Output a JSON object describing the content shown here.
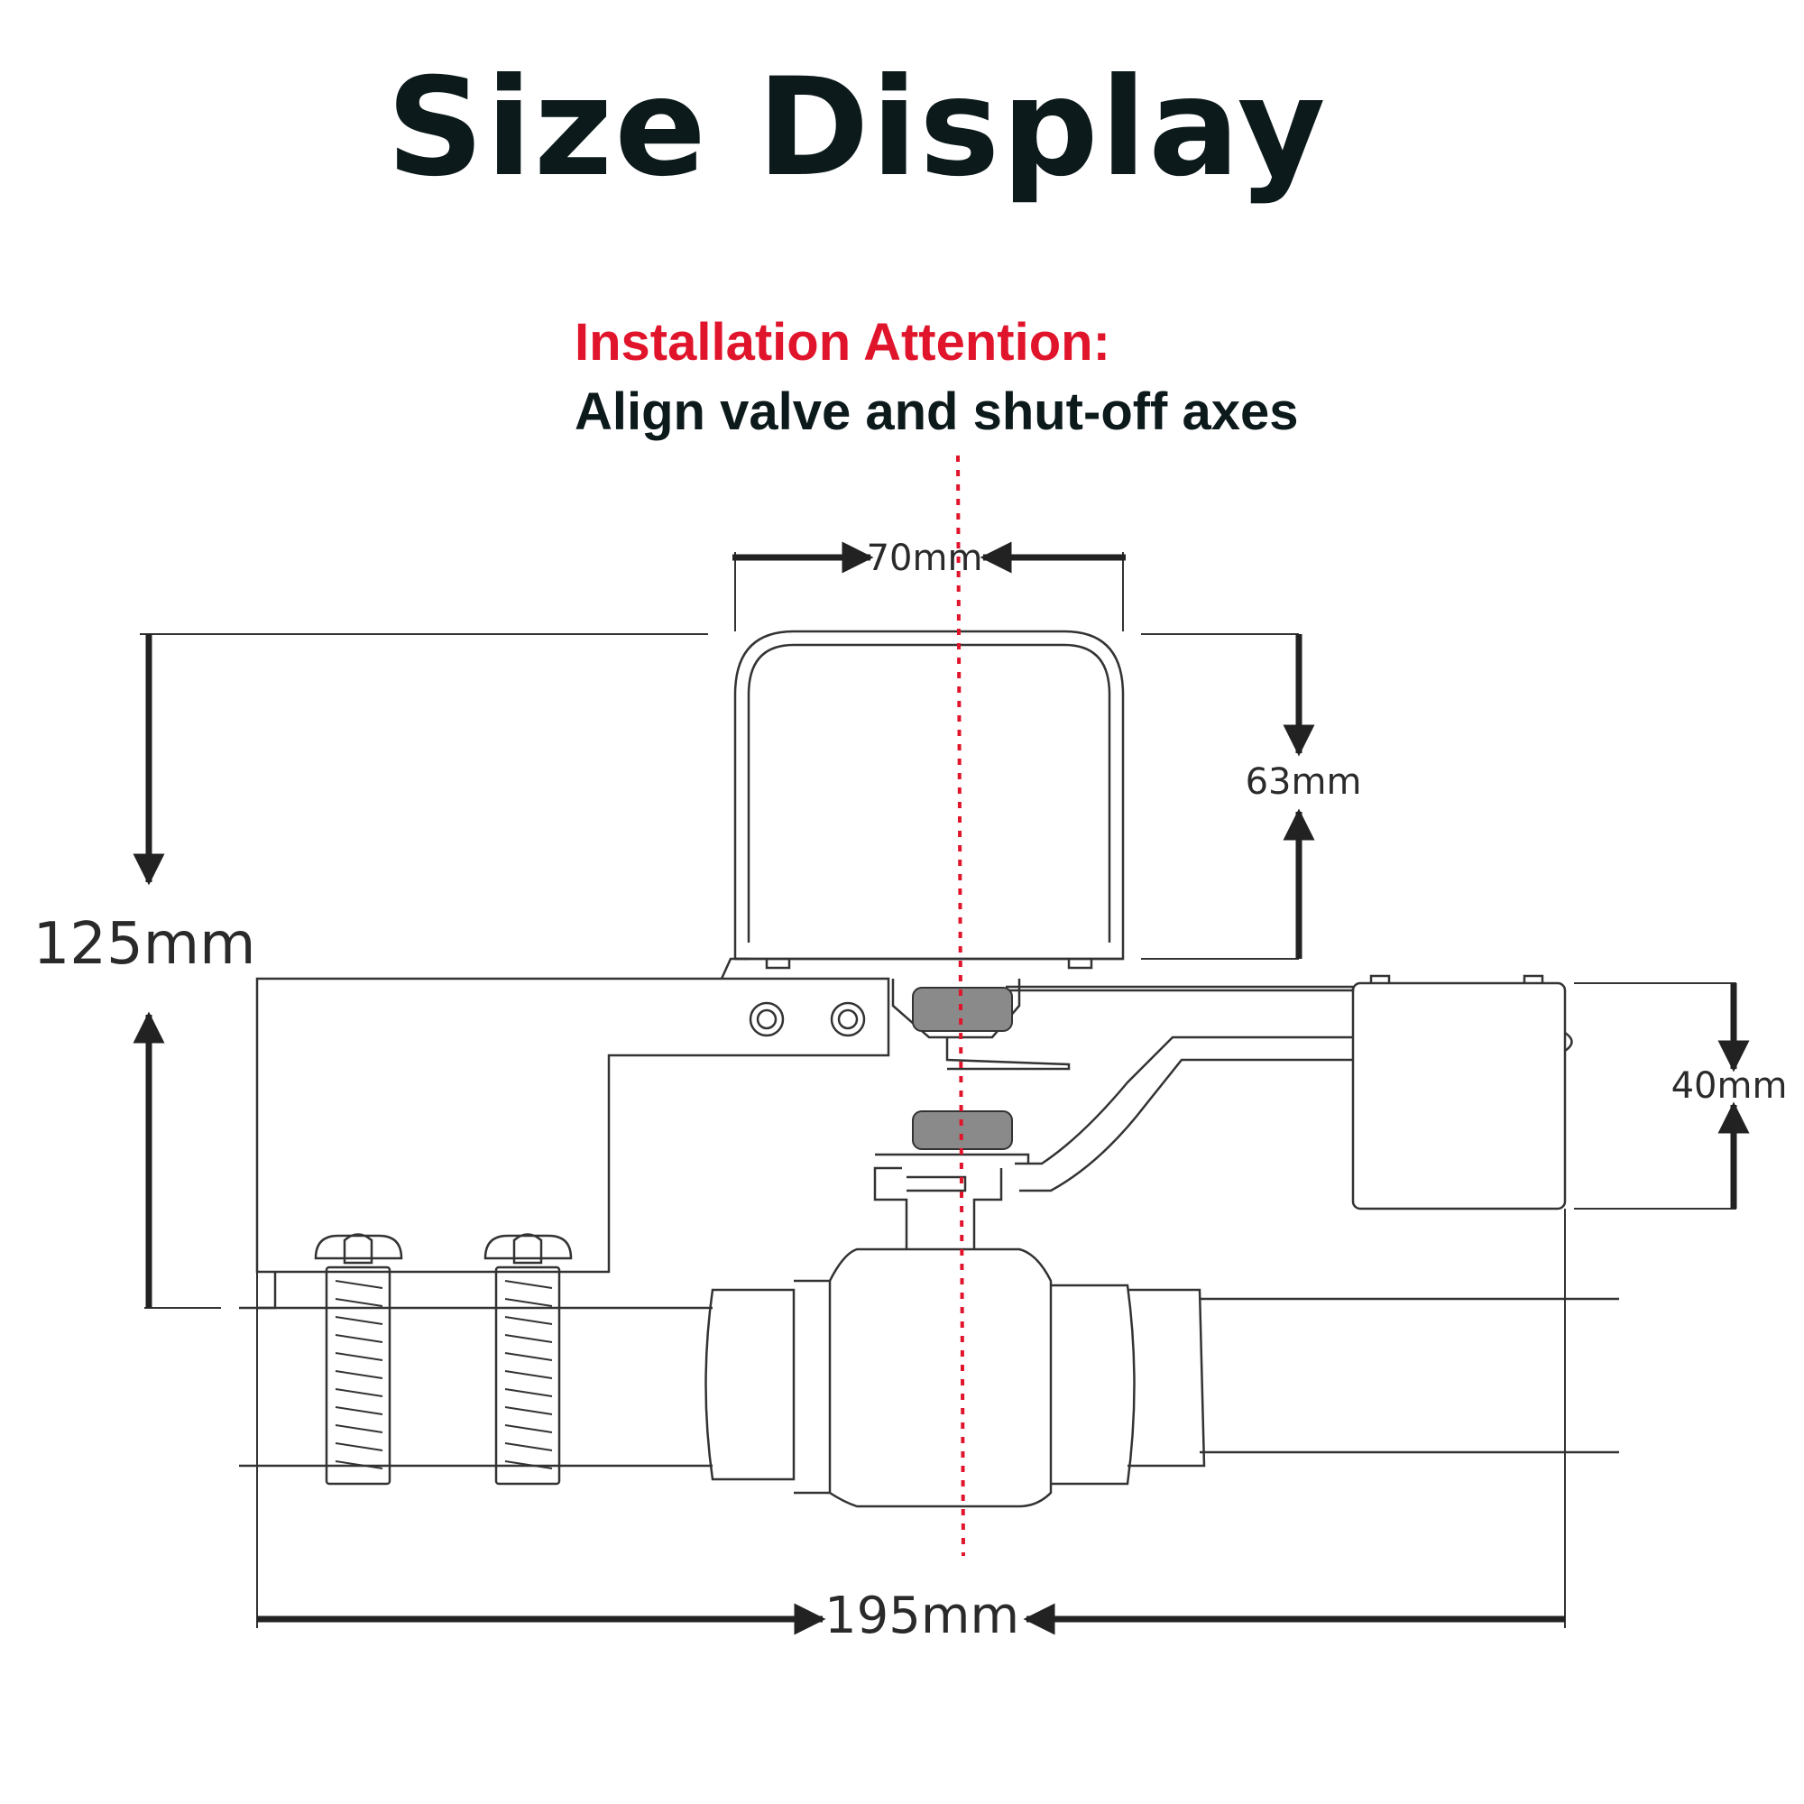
{
  "title": "Size Display",
  "notice": {
    "heading": "Installation Attention:",
    "body": "Align valve and shut-off axes",
    "heading_color": "#e0142a",
    "axis_line_color": "#e0142a"
  },
  "dimensions": {
    "width_actuator": "70mm",
    "height_actuator": "63mm",
    "height_total": "125mm",
    "height_clamp": "40mm",
    "length_total": "195mm"
  }
}
